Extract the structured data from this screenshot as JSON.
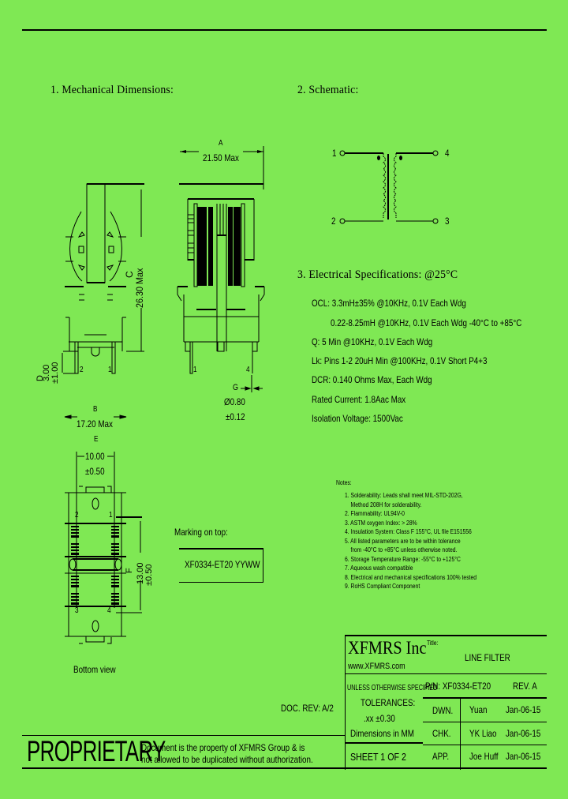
{
  "sections": {
    "mechanical_title": "1. Mechanical Dimensions:",
    "schematic_title": "2. Schematic:",
    "electrical_title": "3. Electrical Specifications: @25°C"
  },
  "dimensions": {
    "A_label": "A",
    "A_value": "21.50 Max",
    "B_label": "B",
    "B_value": "17.20 Max",
    "C_label": "C",
    "C_value": "26.30 Max",
    "D_label": "D",
    "D_value": "3.00",
    "D_tol": "±1.00",
    "E_label": "E",
    "E_value": "10.00",
    "E_tol": "±0.50",
    "F_label": "F",
    "F_value": "13.00",
    "F_tol": "±0.50",
    "G_label": "G",
    "G_value": "Ø0.80",
    "G_tol": "±0.12"
  },
  "pins": {
    "side": [
      "2",
      "1"
    ],
    "front": [
      "1",
      "4"
    ],
    "bottom": [
      "2",
      "1",
      "3",
      "4"
    ]
  },
  "schematic": {
    "pins": [
      "1",
      "2",
      "4",
      "3"
    ]
  },
  "electrical": [
    "OCL: 3.3mH±35% @10KHz, 0.1V Each Wdg",
    "0.22-8.25mH @10KHz, 0.1V Each Wdg -40°C to +85°C",
    "Q: 5 Min @10KHz, 0.1V Each Wdg",
    "Lk: Pins 1-2 20uH Min @100KHz, 0.1V Short P4+3",
    "DCR: 0.140 Ohms Max, Each Wdg",
    "Rated Current: 1.8Aac Max",
    "Isolation Voltage: 1500Vac"
  ],
  "notes": {
    "title": "Notes:",
    "items": [
      "1. Solderability: Leads shall meet MIL-STD-202G,",
      "    Method 208H for solderability.",
      "2. Flammability: UL94V-0",
      "3. ASTM oxygen Index: > 28%",
      "4. Insulation System: Class F 155°C, UL file E151556",
      "5. All listed parameters are to be within tolerance",
      "    from -40°C to +85°C unless otherwise noted.",
      "6. Storage Temperature Range: -55°C to +125°C",
      "7. Aqueous wash compatible",
      "8. Electrical and mechanical specifications 100% tested",
      "9. RoHS Compliant Component"
    ]
  },
  "marking": {
    "label": "Marking on top:",
    "value": "XF0334-ET20 YYWW"
  },
  "bottom_view_label": "Bottom view",
  "doc_rev": "DOC. REV: A/2",
  "proprietary": {
    "word": "PROPRIETARY",
    "line1": "Document is the property of XFMRS Group & is",
    "line2": "not allowed to be duplicated without authorization."
  },
  "title_block": {
    "company": "XFMRS Inc",
    "website": "www.XFMRS.com",
    "title_label": "Title:",
    "title": "LINE FILTER",
    "unless": "UNLESS OTHERWISE SPECIFIED",
    "pn": "P/N: XF0334-ET20",
    "rev": "REV. A",
    "tolerances": "TOLERANCES:",
    "tol_value": ".xx ±0.30",
    "units": "Dimensions in MM",
    "sheet": "SHEET 1 OF 2",
    "rows": [
      {
        "role": "DWN.",
        "name": "Yuan",
        "date": "Jan-06-15"
      },
      {
        "role": "CHK.",
        "name": "YK Liao",
        "date": "Jan-06-15"
      },
      {
        "role": "APP.",
        "name": "Joe Huff",
        "date": "Jan-06-15"
      }
    ]
  }
}
